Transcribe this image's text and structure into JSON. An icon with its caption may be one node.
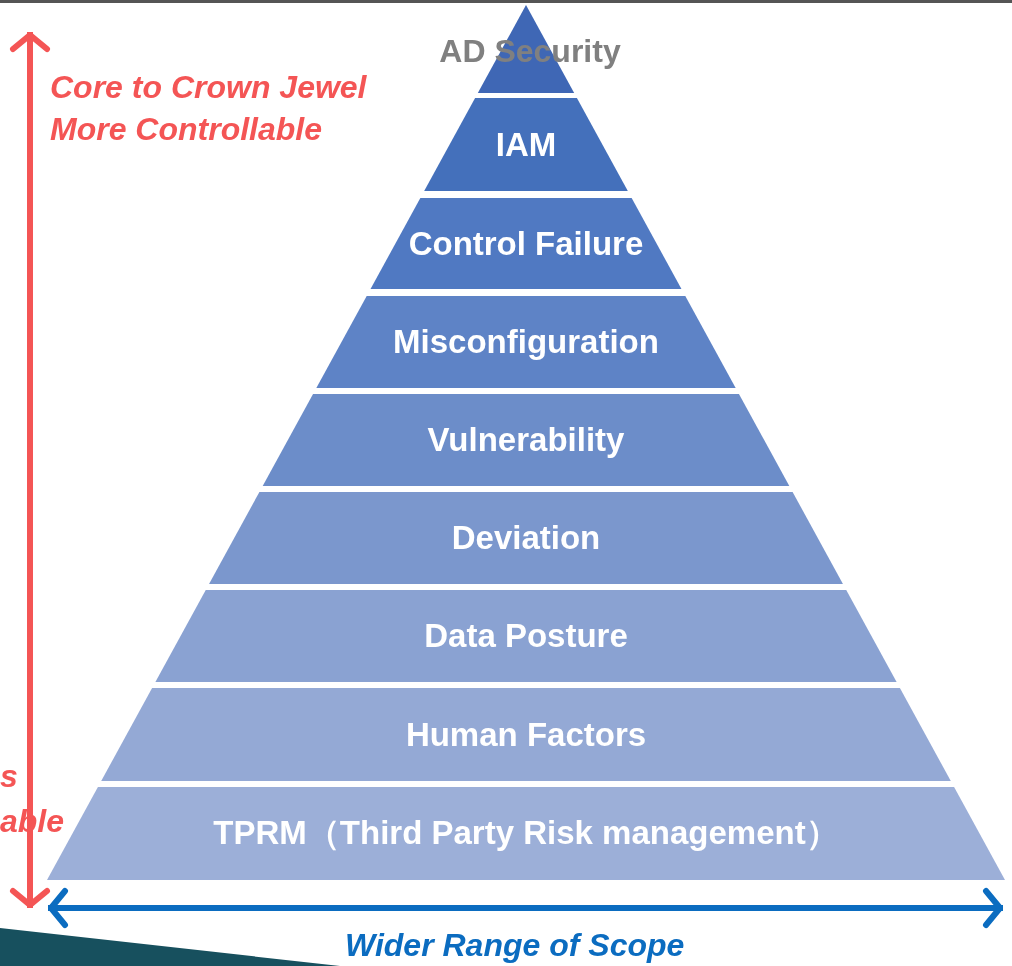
{
  "diagram": {
    "nodes": [
      {
        "text": [
          "AD Security"
        ]
      },
      {
        "text": [
          "IAM"
        ]
      },
      {
        "text": [
          "Control Failure"
        ]
      },
      {
        "text": [
          "Misconfiguration"
        ]
      },
      {
        "text": [
          "Vulnerability"
        ]
      },
      {
        "text": [
          "Deviation"
        ]
      },
      {
        "text": [
          "Data Posture"
        ]
      },
      {
        "text": [
          "Human Factors"
        ]
      },
      {
        "text": [
          "TPRM（Third Party Risk management）"
        ]
      }
    ],
    "labels": [
      "Core to Crown Jewel More Controllable",
      "s",
      "able",
      "Wider Range of Scope"
    ]
  }
}
